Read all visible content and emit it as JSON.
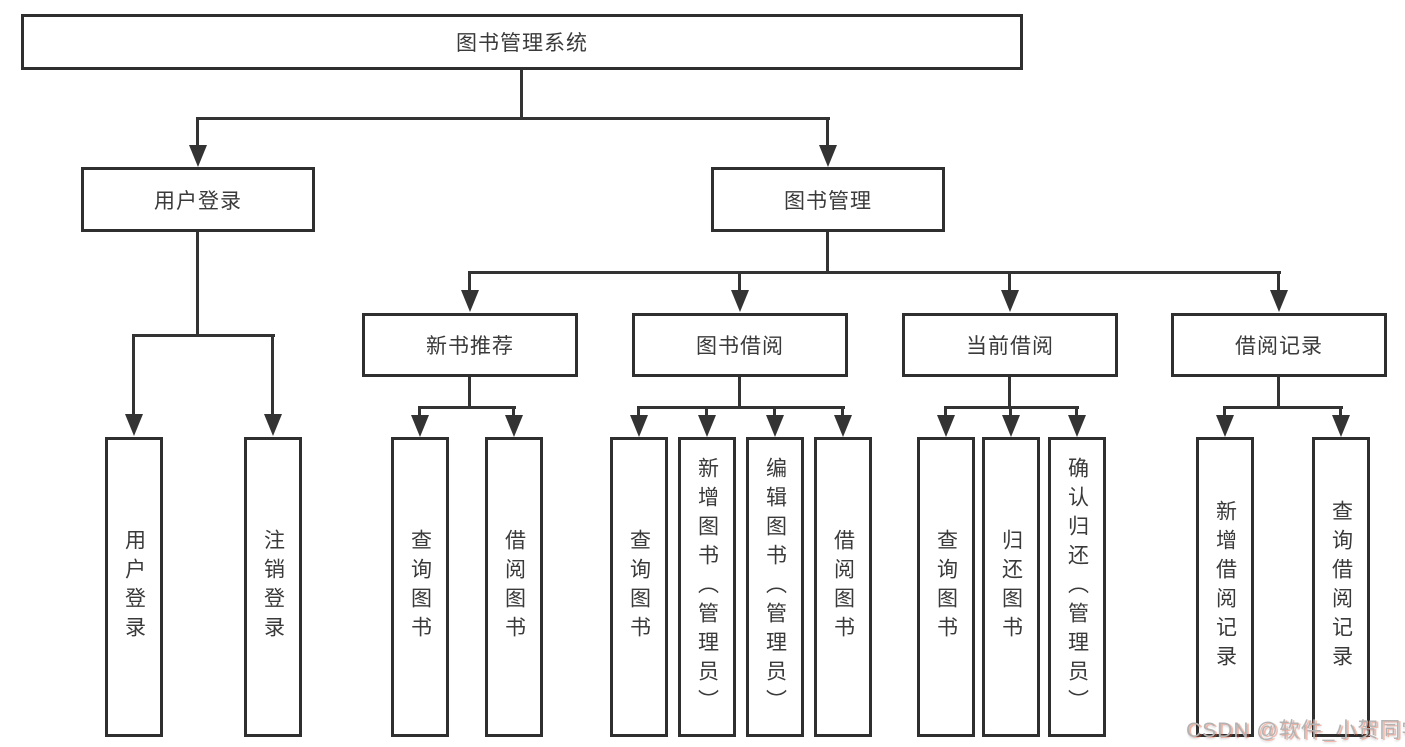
{
  "diagram": {
    "tree": {
      "label": "图书管理系统",
      "children": [
        {
          "label": "用户登录",
          "children": [
            {
              "label": "用户登录"
            },
            {
              "label": "注销登录"
            }
          ]
        },
        {
          "label": "图书管理",
          "children": [
            {
              "label": "新书推荐",
              "children": [
                {
                  "label": "查询图书"
                },
                {
                  "label": "借阅图书"
                }
              ]
            },
            {
              "label": "图书借阅",
              "children": [
                {
                  "label": "查询图书"
                },
                {
                  "label": "新增图书（管理员）"
                },
                {
                  "label": "编辑图书（管理员）"
                },
                {
                  "label": "借阅图书"
                }
              ]
            },
            {
              "label": "当前借阅",
              "children": [
                {
                  "label": "查询图书"
                },
                {
                  "label": "归还图书"
                },
                {
                  "label": "确认归还（管理员）"
                }
              ]
            },
            {
              "label": "借阅记录",
              "children": [
                {
                  "label": "新增借阅记录"
                },
                {
                  "label": "查询借阅记录"
                }
              ]
            }
          ]
        }
      ]
    },
    "watermark": {
      "text": "CSDN @软件_小贺同学"
    },
    "colors": {
      "line": "#333333",
      "text": "#3a3a3a",
      "watermark": "#b3b3b3",
      "watermark_accent": "#fc5531"
    }
  }
}
